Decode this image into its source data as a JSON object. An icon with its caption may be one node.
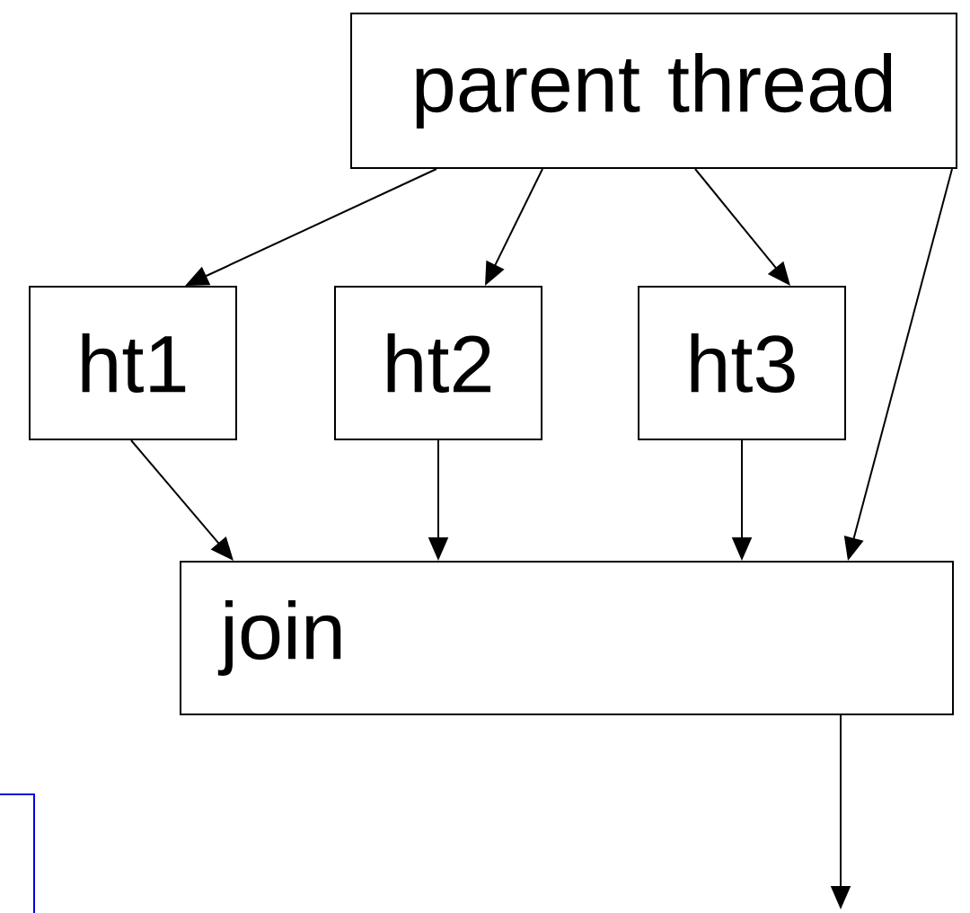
{
  "diagram": {
    "nodes": [
      {
        "text": [
          "parent thread"
        ]
      },
      {
        "text": [
          "ht1"
        ]
      },
      {
        "text": [
          "ht2"
        ]
      },
      {
        "text": [
          "ht3"
        ]
      },
      {
        "text": [
          "join"
        ]
      }
    ],
    "edges": [
      {
        "from": 0,
        "to": 1,
        "arrow": "to"
      },
      {
        "from": 0,
        "to": 2,
        "arrow": "to"
      },
      {
        "from": 0,
        "to": 3,
        "arrow": "to"
      },
      {
        "from": 0,
        "to": 4,
        "arrow": "to"
      },
      {
        "from": 1,
        "to": 4,
        "arrow": "to"
      },
      {
        "from": 2,
        "to": 4,
        "arrow": "to"
      },
      {
        "from": 3,
        "to": 4,
        "arrow": "to"
      },
      {
        "from": 4,
        "to": null,
        "arrow": "to"
      }
    ]
  }
}
